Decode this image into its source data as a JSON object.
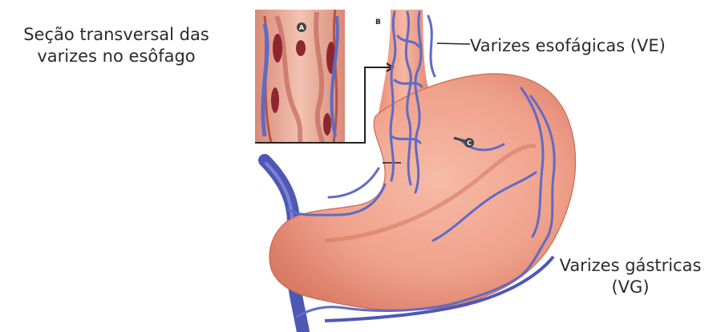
{
  "labels": {
    "cross_section_line1": "Seção transversal das",
    "cross_section_line2": "varizes no esôfago",
    "esophageal_varices": "Varizes esofágicas (VE)",
    "gastric_varices_line1": "Varizes gástricas",
    "gastric_varices_line2": "(VG)"
  },
  "markers": {
    "a": "A",
    "b": "B",
    "c": "C"
  },
  "colors": {
    "stomach": "#f1a691",
    "stomach_shade": "#e0816a",
    "vein": "#5f6bc4",
    "vein_dark": "#3e47a0",
    "cross_section_dark": "#8e2630",
    "text": "#2b2b2b"
  }
}
